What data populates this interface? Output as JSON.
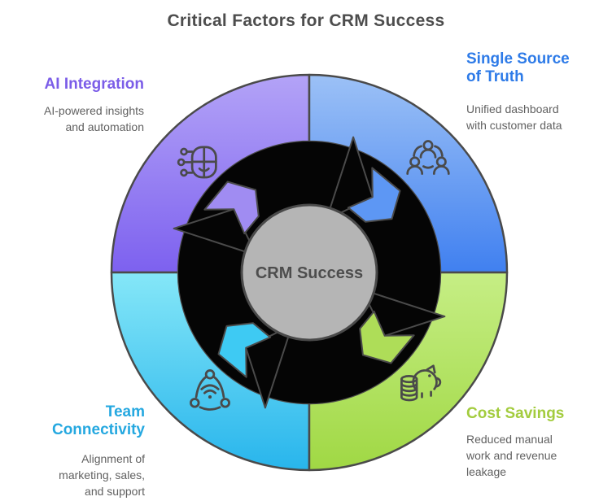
{
  "title": {
    "text": "Critical Factors for CRM Success",
    "color": "#4d4d4d"
  },
  "center": {
    "label": "CRM Success",
    "fill": "#b5b5b5",
    "stroke": "#4a4a4a",
    "text_color": "#4d4d4d"
  },
  "diagram": {
    "ring_color": "#050505",
    "outline_color": "#4a4a4a"
  },
  "factors": [
    {
      "id": "ai-integration",
      "position": "top-left",
      "title": "AI Integration",
      "description": "AI-powered insights\nand automation",
      "title_color": "#7b5de8",
      "gradient": [
        "#b3a3f7",
        "#7d61ef"
      ],
      "chevron_color": "#a08cf2",
      "icon": "ai-brain-circuit-icon"
    },
    {
      "id": "single-source-of-truth",
      "position": "top-right",
      "title": "Single Source\nof Truth",
      "description": "Unified dashboard\nwith customer data",
      "title_color": "#2e7be8",
      "gradient": [
        "#9cc1f6",
        "#4080f0"
      ],
      "chevron_color": "#5d97f4",
      "icon": "team-people-icon"
    },
    {
      "id": "team-connectivity",
      "position": "bottom-left",
      "title": "Team\nConnectivity",
      "description": "Alignment of\nmarketing, sales,\nand support",
      "title_color": "#25a8e0",
      "gradient": [
        "#85e7f8",
        "#28b5ec"
      ],
      "chevron_color": "#3ecaf3",
      "icon": "network-connectivity-icon"
    },
    {
      "id": "cost-savings",
      "position": "bottom-right",
      "title": "Cost Savings",
      "description": "Reduced manual\nwork and revenue\nleakage",
      "title_color": "#a3cc3e",
      "gradient": [
        "#c6ee85",
        "#a0d844"
      ],
      "chevron_color": "#aedd58",
      "icon": "piggy-bank-icon"
    }
  ]
}
